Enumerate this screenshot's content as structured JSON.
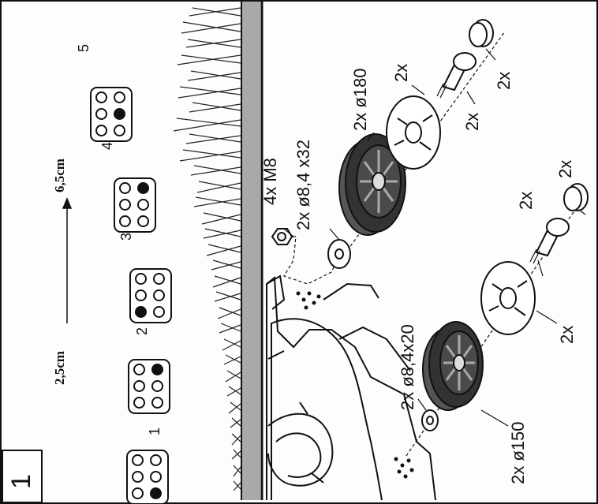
{
  "step": {
    "number": "1"
  },
  "height_settings": {
    "min_label": "2,5cm",
    "max_label": "6,5cm",
    "positions": [
      {
        "number": "1",
        "active": 0
      },
      {
        "number": "2",
        "active": 4
      },
      {
        "number": "3",
        "active": 1
      },
      {
        "number": "4",
        "active": 4
      },
      {
        "number": "5",
        "active": 2
      }
    ]
  },
  "parts": {
    "nut": "4x M8",
    "washer_upper": "2x ø8,4 x32",
    "washer_lower": "2x ø8,4x20",
    "wheel_rear": "2x ø180",
    "wheel_front": "2x ø150",
    "hubcap_rear": "2x",
    "bolt_rear": "2x",
    "cap_rear": "2x",
    "hubcap_front": "2x",
    "bolt_front": "2x",
    "cap_front": "2x"
  }
}
